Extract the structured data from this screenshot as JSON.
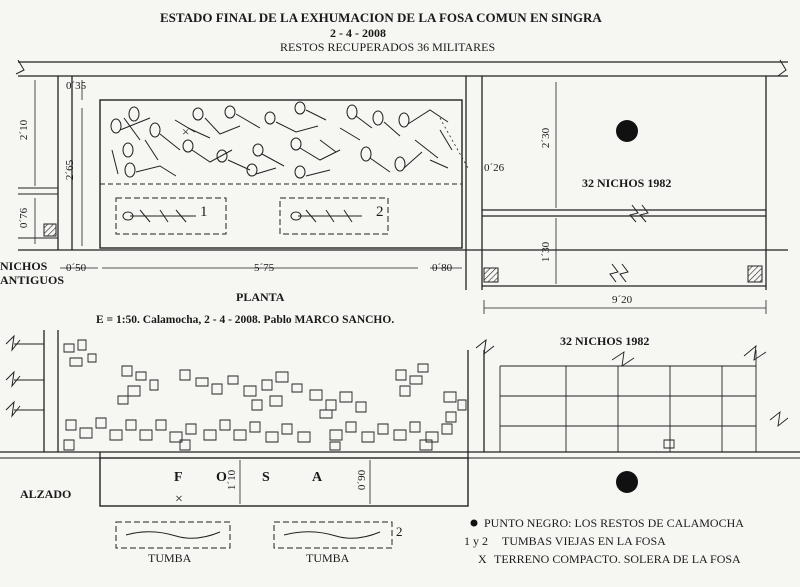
{
  "header": {
    "title": "ESTADO FINAL DE LA EXHUMACION DE LA FOSA COMUN EN SINGRA",
    "date": "2 - 4 - 2008",
    "subtitle": "RESTOS RECUPERADOS 36 MILITARES"
  },
  "plan": {
    "dim_top": "0´35",
    "dim_upper_left": "2´10",
    "dim_lower_left": "0´76",
    "dim_pit_depth": "2´65",
    "dim_left_gap": "0´50",
    "dim_pit_length": "5´75",
    "dim_right_gap": "0´80",
    "dim_niche_gap": "0´26",
    "dim_niche_upper": "2´30",
    "dim_niche_lower": "1´30",
    "dim_total": "9´20",
    "niches_label": "32 NICHOS 1982",
    "old_niches_line1": "NICHOS",
    "old_niches_line2": "ANTIGUOS",
    "grave_1": "1",
    "grave_2": "2",
    "caption": "PLANTA",
    "scale_note": "E = 1:50.  Calamocha, 2 - 4 - 2008.   Pablo MARCO SANCHO."
  },
  "elevation": {
    "caption": "ALZADO",
    "niches_label": "32 NICHOS 1982",
    "pit_letters": [
      "F",
      "O",
      "S",
      "A"
    ],
    "dim_pit_1": "1´10",
    "dim_pit_2": "0´90",
    "tomb_label_1": "TUMBA",
    "tomb_label_2": "TUMBA",
    "tomb_number": "2"
  },
  "legend": {
    "item_1": "PUNTO NEGRO: LOS RESTOS DE CALAMOCHA",
    "item_2_key": "1 y 2",
    "item_2": "TUMBAS VIEJAS EN LA FOSA",
    "item_3_key": "X",
    "item_3": "TERRENO COMPACTO. SOLERA DE LA FOSA"
  }
}
